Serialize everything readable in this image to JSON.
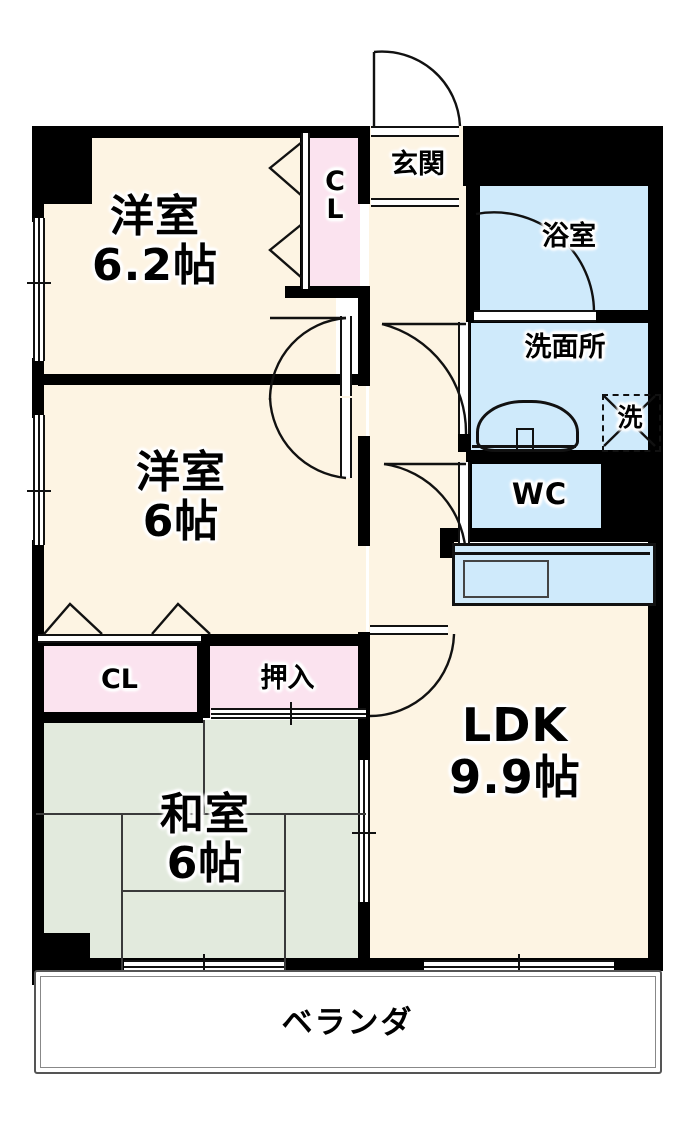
{
  "plan": {
    "title": "間取り図",
    "type": "3LDK apartment floor plan",
    "colors": {
      "floor": "#fdf4e3",
      "tatami": "#e2eadd",
      "water": "#cfeafb",
      "closet": "#fbe3ef",
      "wall": "#000000",
      "background": "#ffffff"
    }
  },
  "rooms": [
    {
      "id": "western-room-1",
      "name": "洋室",
      "size": "6.2帖",
      "type": "western",
      "fill": "#fdf4e3"
    },
    {
      "id": "western-room-2",
      "name": "洋室",
      "size": "6帖",
      "type": "western",
      "fill": "#fdf4e3"
    },
    {
      "id": "japanese-room",
      "name": "和室",
      "size": "6帖",
      "type": "tatami",
      "fill": "#e2eadd"
    },
    {
      "id": "ldk",
      "name": "LDK",
      "size": "9.9帖",
      "type": "living",
      "fill": "#fdf4e3"
    },
    {
      "id": "entrance",
      "name": "玄関",
      "size": "",
      "type": "entry",
      "fill": "#fdf4e3"
    },
    {
      "id": "bathroom",
      "name": "浴室",
      "size": "",
      "type": "bath",
      "fill": "#cfeafb"
    },
    {
      "id": "washroom",
      "name": "洗面所",
      "size": "",
      "type": "washroom",
      "fill": "#cfeafb"
    },
    {
      "id": "toilet",
      "name": "WC",
      "size": "",
      "type": "toilet",
      "fill": "#cfeafb"
    },
    {
      "id": "veranda",
      "name": "ベランダ",
      "size": "",
      "type": "balcony",
      "fill": "#ffffff"
    }
  ],
  "storage": [
    {
      "id": "closet-top",
      "name": "CL",
      "orientation": "vertical",
      "fill": "#fbe3ef"
    },
    {
      "id": "closet-bottom",
      "name": "CL",
      "orientation": "horizontal",
      "fill": "#fbe3ef"
    },
    {
      "id": "oshiire",
      "name": "押入",
      "orientation": "horizontal",
      "fill": "#fbe3ef"
    }
  ],
  "fixtures": [
    {
      "id": "washing-machine",
      "name": "洗",
      "style": "dashed-box"
    },
    {
      "id": "vanity-sink",
      "name": "",
      "style": "sink"
    },
    {
      "id": "kitchen-counter",
      "name": "",
      "style": "counter"
    }
  ],
  "labels": {
    "washer": "洗",
    "toilet": "WC",
    "closet_top": "CL",
    "closet_bottom": "CL",
    "oshiire": "押入",
    "entrance": "玄関",
    "bath": "浴室",
    "washroom": "洗面所",
    "veranda": "ベランダ",
    "room1_name": "洋室",
    "room1_size": "6.2帖",
    "room2_name": "洋室",
    "room2_size": "6帖",
    "room3_name": "和室",
    "room3_size": "6帖",
    "ldk_name": "LDK",
    "ldk_size": "9.9帖"
  }
}
